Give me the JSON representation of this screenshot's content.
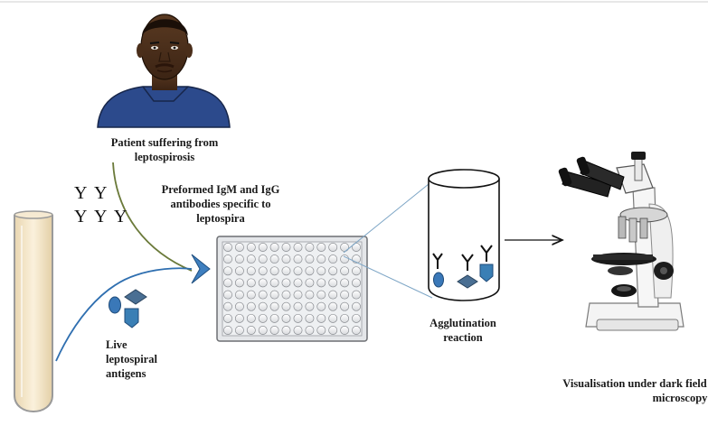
{
  "labels": {
    "patient": [
      "Patient suffering from",
      "leptospirosis"
    ],
    "antibodies": [
      "Preformed IgM and IgG",
      "antibodies specific to",
      "leptospira"
    ],
    "antigens": [
      "Live",
      "leptospiral",
      "antigens"
    ],
    "agglutination": [
      "Agglutination",
      "reaction"
    ],
    "visualisation": [
      "Visualisation under dark field",
      "microscopy"
    ]
  },
  "antibody_glyphs": [
    "Y Y",
    "Y Y Y"
  ],
  "icons": {
    "patient": "person-icon",
    "test_tube": "test-tube-icon",
    "plate": "microtiter-plate-icon",
    "well": "well-zoom-icon",
    "microscope": "microscope-icon"
  },
  "plate": {
    "rows": 8,
    "cols": 12
  },
  "colors": {
    "antigen_blue": "#3a78b8",
    "antigen_dark": "#4a6f93",
    "arrow_blue": "#2f6fb0",
    "curve_olive": "#6b7a3a",
    "tube_fill": "#f8e8c8"
  }
}
